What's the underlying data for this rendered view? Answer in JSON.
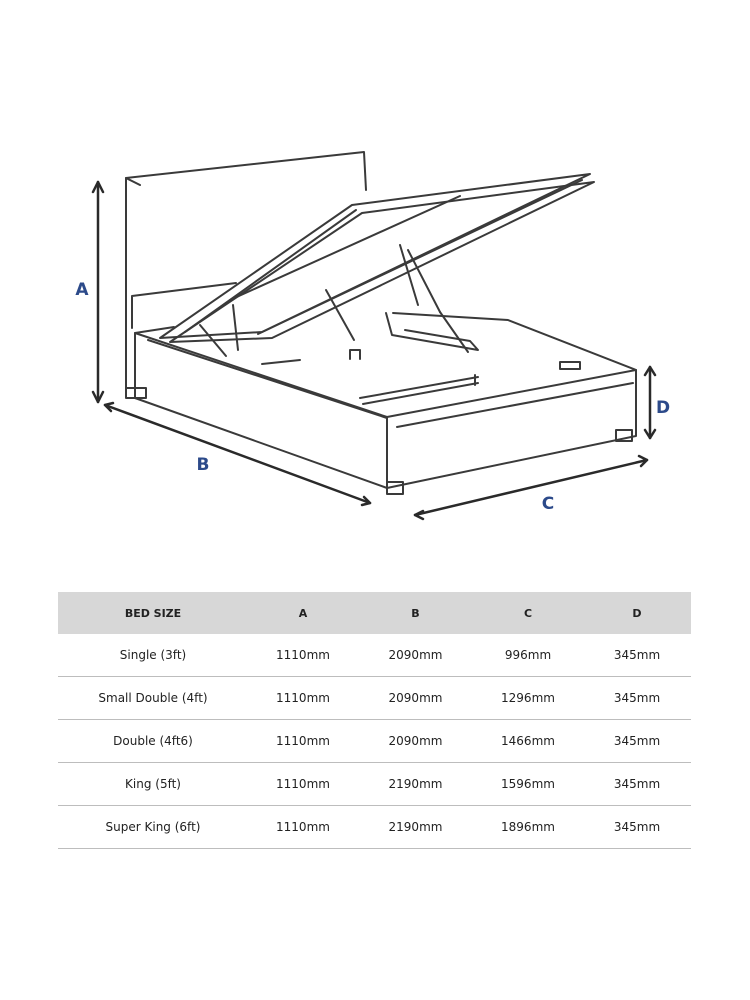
{
  "diagram": {
    "dimension_labels": {
      "a": "A",
      "b": "B",
      "c": "C",
      "d": "D"
    },
    "colors": {
      "line": "#3a3a3a",
      "label": "#2c4a8a",
      "table_header_bg": "#d7d7d7",
      "divider": "#bdbdbd"
    }
  },
  "table": {
    "headers": [
      "BED SIZE",
      "A",
      "B",
      "C",
      "D"
    ],
    "rows": [
      [
        "Single (3ft)",
        "1110mm",
        "2090mm",
        "996mm",
        "345mm"
      ],
      [
        "Small Double (4ft)",
        "1110mm",
        "2090mm",
        "1296mm",
        "345mm"
      ],
      [
        "Double (4ft6)",
        "1110mm",
        "2090mm",
        "1466mm",
        "345mm"
      ],
      [
        "King (5ft)",
        "1110mm",
        "2190mm",
        "1596mm",
        "345mm"
      ],
      [
        "Super King (6ft)",
        "1110mm",
        "2190mm",
        "1896mm",
        "345mm"
      ]
    ]
  }
}
